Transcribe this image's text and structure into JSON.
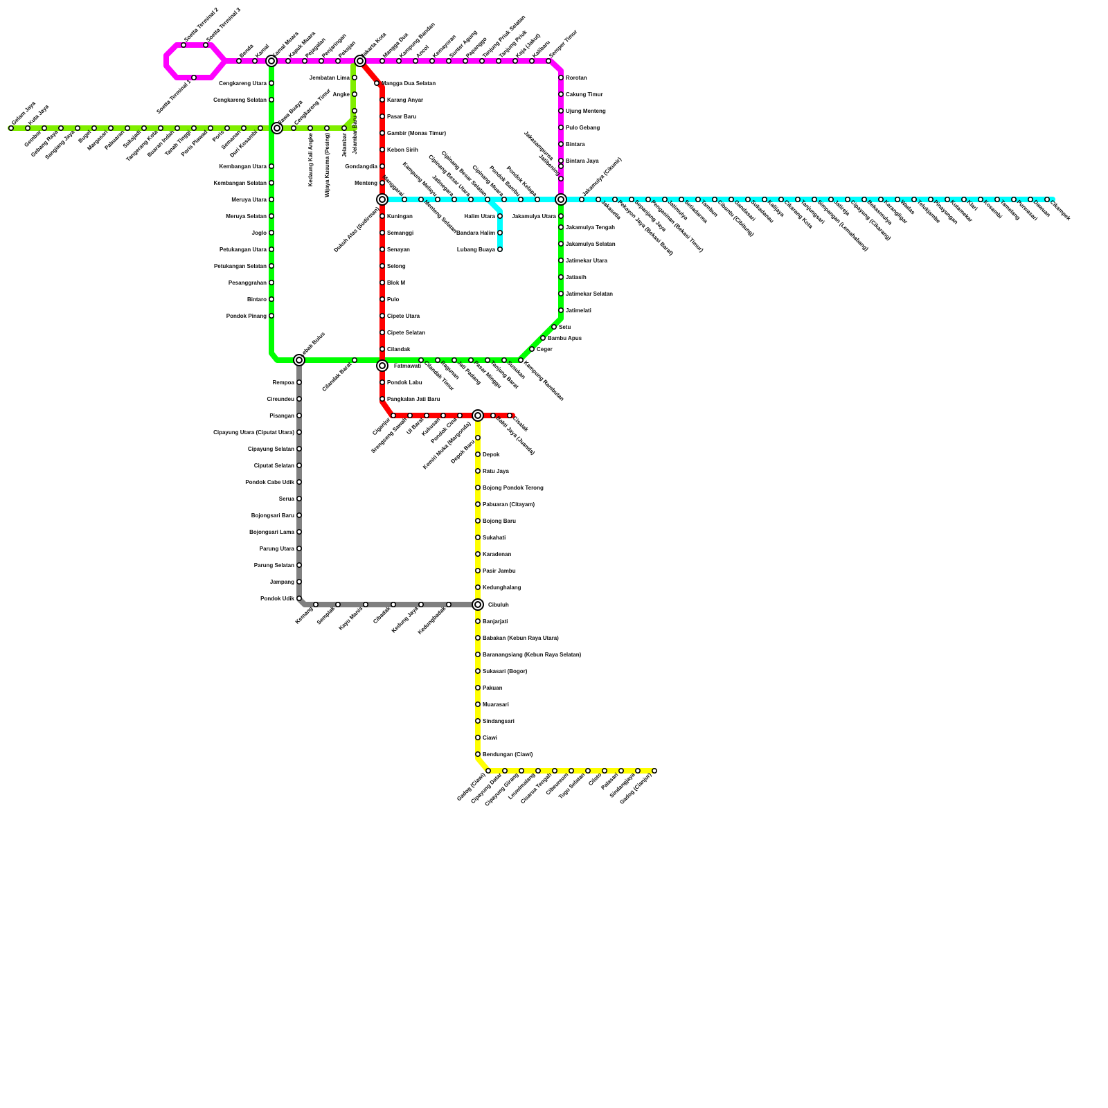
{
  "title": "",
  "colors": {
    "magenta": "#ff00ff",
    "green": "#00ff00",
    "lime": "#80ee00",
    "red": "#ff0000",
    "cyan": "#00ffff",
    "yellow": "#ffff00",
    "gray": "#808080"
  },
  "lines": [
    {
      "id": "magenta",
      "color": "#ff00ff"
    },
    {
      "id": "lime",
      "color": "#80ee00"
    },
    {
      "id": "green",
      "color": "#00ff00"
    },
    {
      "id": "red",
      "color": "#ff0000"
    },
    {
      "id": "cyan",
      "color": "#00ffff"
    },
    {
      "id": "yellow",
      "color": "#ffff00"
    },
    {
      "id": "gray",
      "color": "#808080"
    }
  ],
  "stations": {
    "magenta_top": [
      "Soetta Terminal 2",
      "Soetta Terminal 3",
      "Benda",
      "Kamal",
      "Kamal Muara",
      "Kapuk Muara",
      "Pejagalan",
      "Penjaringan",
      "Pekojan",
      "Jakarta Kota",
      "Mangga Dua",
      "Kampung Bandan",
      "Ancol",
      "Kemayoran",
      "Sunter Agung",
      "Papanggo",
      "Tanjung Priuk Selatan",
      "Tanjung Priuk",
      "Koja (Jakut)",
      "Kalibaru",
      "Semper Timur"
    ],
    "magenta_loop_bottom": [
      "Soetta Terminal 1"
    ],
    "magenta_east": [
      "Rorotan",
      "Cakung Timur",
      "Ujung Menteng",
      "Pulo Gebang",
      "Bintara",
      "Bintara Jaya",
      "Jakasampurna",
      "Jatibening"
    ],
    "lime_west": [
      "Gelam Jaya",
      "Kuta Jaya",
      "Gembor",
      "Gebang Raya",
      "Sangiang Jaya",
      "Bugel",
      "Margasari",
      "Pabuaran",
      "Sukajadi",
      "Tangerang Kota",
      "Buaran Indah",
      "Tanah Tinggi",
      "Poris Plawad",
      "Poris",
      "Semanan",
      "Duri Kosambi"
    ],
    "lime_east": [
      "Rawa Buaya",
      "Cengkareng Timur",
      "Kedaung Kali Angke",
      "Wijaya Kusuma (Pesing)",
      "Jelambar",
      "Jelambar Baru"
    ],
    "lime_north": [
      "Angke",
      "Jembatan Lima"
    ],
    "green_west": [
      "Cengkareng Utara",
      "Cengkareng Selatan",
      "Kembangan Utara",
      "Kembangan Selatan",
      "Meruya Utara",
      "Meruya Selatan",
      "Joglo",
      "Petukangan Utara",
      "Petukangan Selatan",
      "Pesanggrahan",
      "Bintaro",
      "Pondok Pinang"
    ],
    "green_south": [
      "Lebak Bulus",
      "Cilandak Barat",
      "Fatmawati",
      "Cilandak Timur",
      "Ragunan",
      "Jati Padang",
      "Pasar Minggu",
      "Tanjung Barat",
      "Susukan",
      "Kampung Rambutan"
    ],
    "green_east": [
      "Ceger",
      "Bambu Apus",
      "Setu",
      "Jatimelati",
      "Jatimekar Selatan",
      "Jatiasih",
      "Jatimekar Utara",
      "Jakamulya Selatan",
      "Jakamulya Tengah",
      "Jakamulya Utara"
    ],
    "red": [
      "Mangga Dua Selatan",
      "Karang Anyar",
      "Pasar Baru",
      "Gambir (Monas Timur)",
      "Kebon Sirih",
      "Gondangdia",
      "Menteng",
      "Dukuh Atas (Sudirman)",
      "Kuningan",
      "Semanggi",
      "Senayan",
      "Selong",
      "Blok M",
      "Pulo",
      "Cipete Utara",
      "Cipete Selatan",
      "Cilandak",
      "Pondok Labu",
      "Pangkalan Jati Baru",
      "Ciganjur",
      "Srengseng Sawah",
      "UI Barat",
      "Kukusan",
      "Pondok Cina",
      "Kemiri Muka (Margonda)",
      "Bakti Jaya (Juanda)",
      "Cisalak"
    ],
    "cyan": [
      "Manggarai",
      "Menteng Selatan",
      "Kampung Melayu",
      "Jatinegara",
      "Cipinang Besar Utara",
      "Cipinang Besar Selatan",
      "Cipinang Muara",
      "Pondok Bambu",
      "Pondok Kelapa",
      "Jakamulya (Cikunir)",
      "Jakasetia",
      "Pekayon Jaya (Bekasi Barat)",
      "Sepanjang Jaya",
      "Pengasinan (Bekasi Timur)",
      "Jatimulya",
      "Setiadarma",
      "Tambun",
      "Cibuntu (Cibitung)",
      "Gandasari",
      "Sukadanau",
      "Kalijaya",
      "Cikarang Kota",
      "Tanjungsari",
      "Simpangan (Lemahabang)",
      "Jatireja",
      "Cipayung (Cikarang)",
      "Bekasmulya",
      "Karangligar",
      "Wadas",
      "Telukjambe",
      "Pinayungan",
      "Kutamekar",
      "Klari",
      "Kosambi",
      "Tamelang",
      "Purwasari",
      "Dawuan",
      "Cikampek"
    ],
    "cyan_branch": [
      "Halim Utara",
      "Bandara Halim",
      "Lubang Buaya"
    ],
    "gray": [
      "Rempoa",
      "Cireundeu",
      "Pisangan",
      "Cipayung Utara (Ciputat Utara)",
      "Cipayung Selatan",
      "Ciputat Selatan",
      "Pondok Cabe Udik",
      "Serua",
      "Bojongsari Baru",
      "Bojongsari Lama",
      "Parung Utara",
      "Parung Selatan",
      "Jampang",
      "Pondok Udik",
      "Kemang",
      "Semplak",
      "Kayu Manis",
      "Cibadak",
      "Kedung Jaya",
      "Kedungbadak"
    ],
    "yellow": [
      "Depok Baru",
      "Depok",
      "Ratu Jaya",
      "Bojong Pondok Terong",
      "Pabuaran (Citayam)",
      "Bojong Baru",
      "Sukahati",
      "Karadenan",
      "Pasir Jambu",
      "Kedunghalang",
      "Cibuluh",
      "Banjarjati",
      "Babakan (Kebun Raya Utara)",
      "Baranangsiang (Kebun Raya Selatan)",
      "Sukasari (Bogor)",
      "Pakuan",
      "Muarasari",
      "Sindangsari",
      "Ciawi",
      "Bendungan (Ciawi)",
      "Gadog (Ciawi)",
      "Cipayung Datar",
      "Cipayung Girang",
      "Leuwimalang",
      "Cisarua Tengah",
      "Cibeureum",
      "Tugu Selatan",
      "Ciloto",
      "Palasari",
      "Sindangjaya",
      "Gadog (Cianjur)"
    ]
  }
}
